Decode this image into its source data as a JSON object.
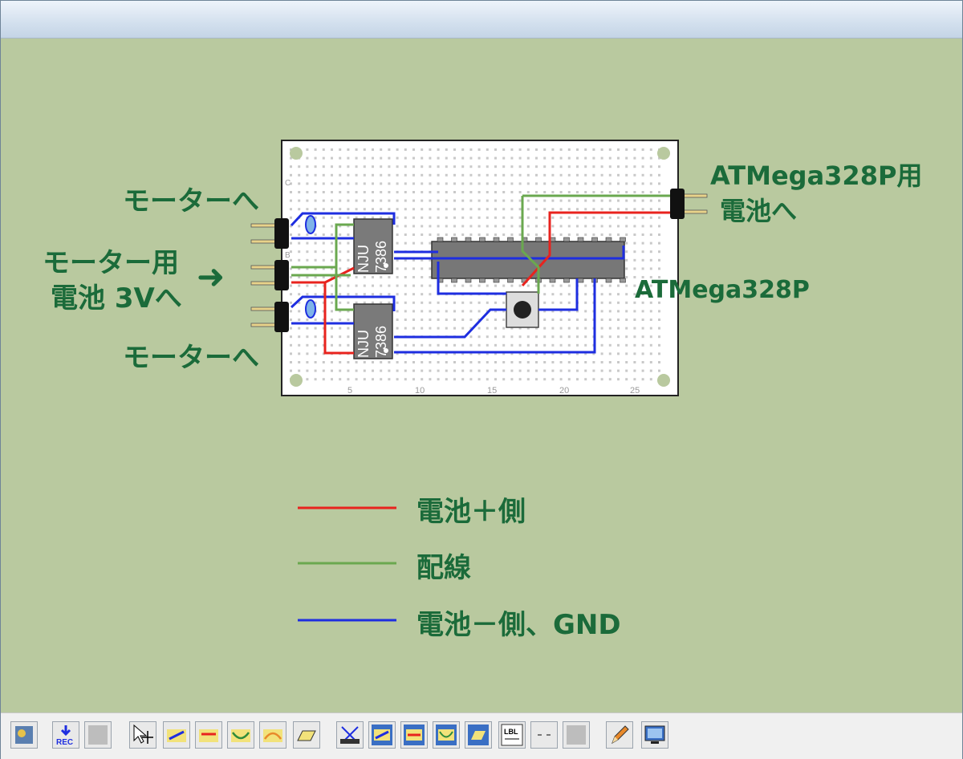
{
  "labels": {
    "motor_top": "モーターへ",
    "motor_battery_line1": "モーター用",
    "motor_battery_line2": "電池 3Vへ",
    "arrow": "➜",
    "motor_bottom": "モーターへ",
    "atmega_battery_line1": "ATMega328P用",
    "atmega_battery_line2": "電池へ",
    "atmega_chip": "ATMega328P"
  },
  "board": {
    "chips": [
      {
        "line1": "NJU",
        "line2": "7386"
      },
      {
        "line1": "NJU",
        "line2": "7386"
      }
    ],
    "row_labels": [
      "C",
      "B"
    ],
    "col_numbers": [
      "5",
      "10",
      "15",
      "20",
      "25"
    ]
  },
  "legend": [
    {
      "label": "電池＋側",
      "color": "#e8231e"
    },
    {
      "label": "配線",
      "color": "#6aa84f"
    },
    {
      "label": "電池－側、GND",
      "color": "#1e2ee0"
    }
  ],
  "colors": {
    "background": "#b9c99f",
    "text": "#1b6b3a",
    "red_wire": "#e8231e",
    "green_wire": "#6aa84f",
    "blue_wire": "#1e2ee0"
  },
  "toolbar": {
    "buttons": [
      {
        "name": "app-icon"
      },
      {
        "name": "rec-icon",
        "label": "REC"
      },
      {
        "name": "blank-icon"
      },
      {
        "name": "select-move-icon"
      },
      {
        "name": "wire-blue-icon"
      },
      {
        "name": "wire-red-icon"
      },
      {
        "name": "jumper-green-icon"
      },
      {
        "name": "jumper-orange-icon"
      },
      {
        "name": "pad-icon"
      },
      {
        "name": "erase-icon"
      },
      {
        "name": "wire-blue-board-icon"
      },
      {
        "name": "wire-red-board-icon"
      },
      {
        "name": "jumper-board-icon"
      },
      {
        "name": "pad-board-icon"
      },
      {
        "name": "label-icon",
        "label": "LBL"
      },
      {
        "name": "dash-icon"
      },
      {
        "name": "blank2-icon"
      },
      {
        "name": "pencil-icon"
      },
      {
        "name": "monitor-icon"
      }
    ]
  }
}
